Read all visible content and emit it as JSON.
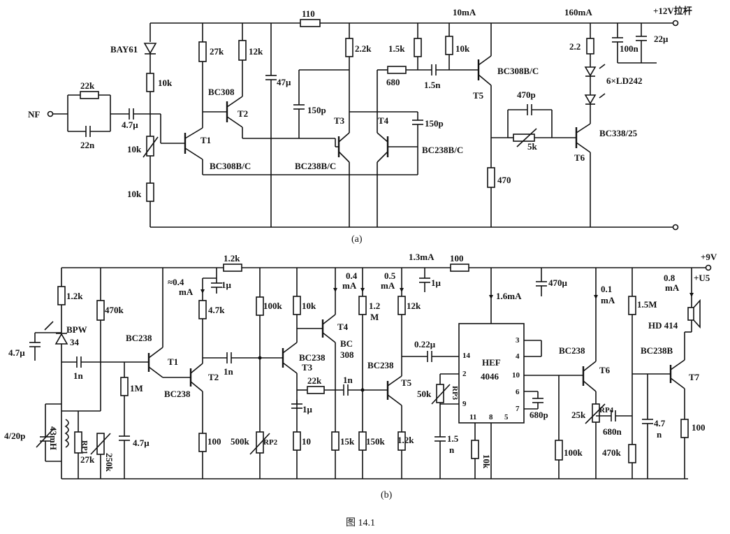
{
  "circuit_a": {
    "label": "(a)",
    "input": "NF",
    "supply": "+12V拉杆",
    "current_10mA": "10mA",
    "current_160mA": "160mA",
    "r_110": "110",
    "r_22k": "22k",
    "c_22n": "22n",
    "c_4_7u": "4.7μ",
    "diode": "BAY61",
    "r_10k_top": "10k",
    "pot_10k": "10k",
    "r_10k_bottom": "10k",
    "r_27k": "27k",
    "r_12k": "12k",
    "t2_type": "BC308",
    "t2": "T2",
    "t1": "T1",
    "t1_type": "BC308B/C",
    "c_47u": "47μ",
    "c_150p_a": "150p",
    "r_2_2k": "2.2k",
    "t3": "T3",
    "t34_type": "BC238B/C",
    "t3_type": "BC238B/C",
    "t4": "T4",
    "c_150p_b": "150p",
    "r_1_5k": "1.5k",
    "r_680": "680",
    "c_1_5n": "1.5n",
    "r_10k_t5": "10k",
    "t5_type": "BC308B/C",
    "t5": "T5",
    "c_470p": "470p",
    "pot_5k": "5k",
    "r_470": "470",
    "r_2_2": "2.2",
    "c_100n": "100n",
    "c_22u": "22μ",
    "leds": "6×LD242",
    "t6_type": "BC338/25",
    "t6": "T6"
  },
  "circuit_b": {
    "label": "(b)",
    "supply": "+9V",
    "us": "+U5",
    "i_0_4": "≈0.4",
    "ma1": "mA",
    "r_1_2k_top": "1.2k",
    "c_1u_a": "1μ",
    "i_1_3": "1.3mA",
    "r_100_top": "100",
    "i_04b": "0.4",
    "ma2": "mA",
    "i_05": "0.5",
    "ma3": "mA",
    "c_1u_b": "1μ",
    "c_470u": "470μ",
    "i_1_6": "1.6mA",
    "i_0_1": "0.1",
    "ma4": "mA",
    "i_0_8": "0.8",
    "ma5": "mA",
    "r_1_2k_l": "1.2k",
    "r_470k": "470k",
    "bpw": "BPW",
    "bpw34": "34",
    "c_4_7u_l": "4.7μ",
    "t1_type": "BC238",
    "t1": "T1",
    "t1_type2": "BC238",
    "c_1n_a": "1n",
    "r_1m": "1M",
    "l_43mh": "43mH",
    "c_4_20p": "4/20p",
    "rp1": "RP1",
    "r_27k": "27k",
    "r_250k": "250k",
    "c_4_7u_b": "4.7μ",
    "r_4_7k": "4.7k",
    "t2": "T2",
    "c_1n_b": "1n",
    "r_100_b": "100",
    "r_100k": "100k",
    "r_10k": "10k",
    "r_500k": "500k",
    "rp2": "RP2",
    "t3_type": "BC238",
    "t3": "T3",
    "r_22k": "22k",
    "c_1u_c": "1μ",
    "r_10": "10",
    "t4": "T4",
    "t4_type": "BC",
    "t4_type2": "308",
    "c_1n_c": "1n",
    "r_15k": "15k",
    "r_1_2m": "1.2",
    "r_1_2m_u": "M",
    "r_150k": "150k",
    "r_12k": "12k",
    "t5_type": "BC238",
    "t5": "T5",
    "r_1_2k_b": "1.2k",
    "c_0_22u": "0.22μ",
    "c_1_5n": "1.5",
    "c_1_5n_u": "n",
    "pot_50k": "50k",
    "rp3": "RP3",
    "ic": "HEF",
    "ic_num": "4046",
    "p14": "14",
    "p2": "2",
    "p9": "9",
    "p3": "3",
    "p4": "4",
    "p10": "10",
    "p6": "6",
    "p7": "7",
    "p11": "11",
    "p8": "8",
    "p5": "5",
    "c_680p": "680p",
    "r_10k_b": "10k",
    "t6_type": "BC238",
    "t6": "T6",
    "r_100k_b": "100k",
    "pot_25k": "25k",
    "rp4": "RP4",
    "c_680n": "680n",
    "r_1_5m": "1.5M",
    "t7_type": "BC238B",
    "t7": "T7",
    "c_4_7n": "4.7",
    "c_4_7n_u": "n",
    "r_470k_b": "470k",
    "r_100_c": "100",
    "spk": "HD 414"
  },
  "caption": "图 14.1"
}
